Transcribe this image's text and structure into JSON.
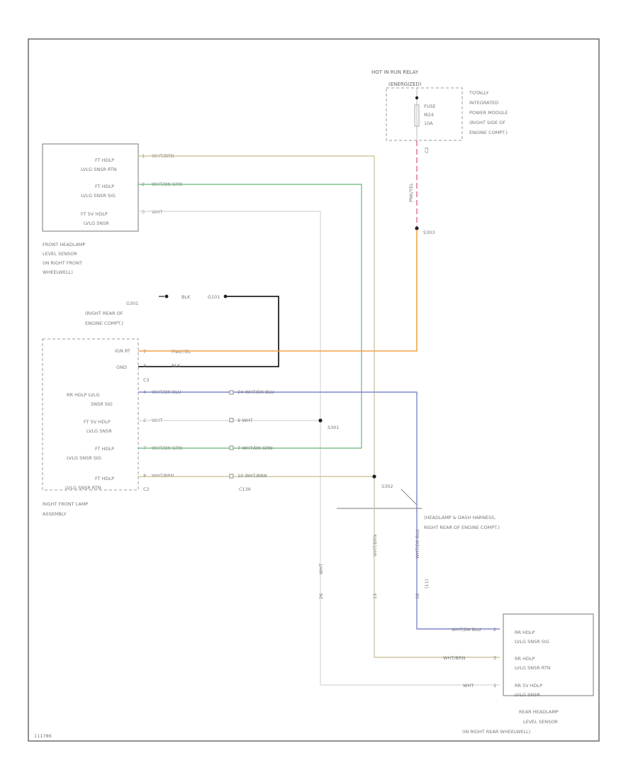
{
  "relay": {
    "title": "HOT IN RUN RELAY",
    "state": "(ENERGIZED)",
    "fuse_lines": [
      "FUSE",
      "M24",
      "10A"
    ],
    "tipm_lines": [
      "TOTALLY",
      "INTEGRATED",
      "POWER MODULE",
      "(RIGHT SIDE OF",
      "ENGINE COMPT.)"
    ],
    "connector": "C2"
  },
  "splices": {
    "s303": "S303",
    "s301": "S301",
    "s302": "S302"
  },
  "front_sensor": {
    "pins": [
      {
        "label_lines": [
          "FT HDLP",
          "LVLG SNSR RTN"
        ],
        "pin": "1",
        "wire": "WHT/BRN"
      },
      {
        "label_lines": [
          "FT HDLP",
          "LVLG SNSR SIG"
        ],
        "pin": "2",
        "wire": "WHT/DK GRN"
      },
      {
        "label_lines": [
          "FT 5V HDLP",
          "LVLG SNSR"
        ],
        "pin": "3",
        "wire": "WHT"
      }
    ],
    "caption_lines": [
      "FRONT HEADLAMP",
      "LEVEL SENSOR",
      "(IN RIGHT FRONT",
      "WHEELWELL)"
    ]
  },
  "ground": {
    "wire": "BLK",
    "ref": "G101",
    "caption_lines": [
      "G301",
      "(RIGHT REAR OF",
      "ENGINE COMPT.)"
    ]
  },
  "lamp_assembly": {
    "pins": [
      {
        "label_lines": [
          "IGN RT"
        ],
        "pin": "7",
        "wire": "PNK/YEL"
      },
      {
        "label_lines": [
          "GND"
        ],
        "pin": "3",
        "wire": "BLK"
      },
      {
        "label_lines": [
          "RR HDLP LVLG",
          "SNSR SIG"
        ],
        "pin": "4",
        "wire": "WHT/DK BLU",
        "inline": "24 WHT/DK BLU"
      },
      {
        "label_lines": [
          "FT 5V HDLP",
          "LVLG SNSR"
        ],
        "pin": "2",
        "wire": "WHT",
        "inline": "9 WHT"
      },
      {
        "label_lines": [
          "FT HDLP",
          "LVLG SNSR SIG"
        ],
        "pin": "7",
        "wire": "WHT/DK GRN",
        "inline": "7 WHT/DK GRN"
      },
      {
        "label_lines": [
          "FT HDLP",
          "LVLG SNSR RTN"
        ],
        "pin": "8",
        "wire": "WHT/BRN",
        "inline": "10 WHT/BRN"
      }
    ],
    "connector_top": "C3",
    "connector_bottom": "C2",
    "inline_connector": "C136",
    "caption_lines": [
      "RIGHT FRONT LAMP",
      "ASSEMBLY"
    ]
  },
  "harness": {
    "label_lines": [
      "(HEADLAMP & DASH HARNESS,",
      "RIGHT REAR OF ENGINE COMPT.)"
    ]
  },
  "vertical_wires": {
    "white": {
      "wire": "WHT",
      "pin": "26"
    },
    "brown": {
      "wire": "WHT/BRN",
      "pin": "19"
    },
    "blue": {
      "wire": "WHT/DK BLU",
      "pin": "18",
      "note": "(11)"
    }
  },
  "rear_sensor": {
    "pins": [
      {
        "label_lines": [
          "RR HDLP",
          "LVLG SNSR SIG"
        ],
        "pin": "2",
        "wire": "WHT/DK BLU"
      },
      {
        "label_lines": [
          "RR HDLP",
          "LVLG SNSR RTN"
        ],
        "pin": "3",
        "wire": "WHT/BRN"
      },
      {
        "label_lines": [
          "RR 5V HDLP",
          "LVLG SNSR"
        ],
        "pin": "1",
        "wire": "WHT"
      }
    ],
    "caption_lines": [
      "REAR HEADLAMP",
      "LEVEL SENSOR",
      "(IN RIGHT REAR WHEELWELL)"
    ]
  },
  "footer_id": "111786",
  "colors": {
    "frame": "#555555",
    "orange": "#f2a14e",
    "green": "#7fc08a",
    "tan": "#cfc7a0",
    "blue": "#7f86cf",
    "white_wire": "#d5d5d5",
    "black": "#222222",
    "pink": "#e27ba8"
  }
}
